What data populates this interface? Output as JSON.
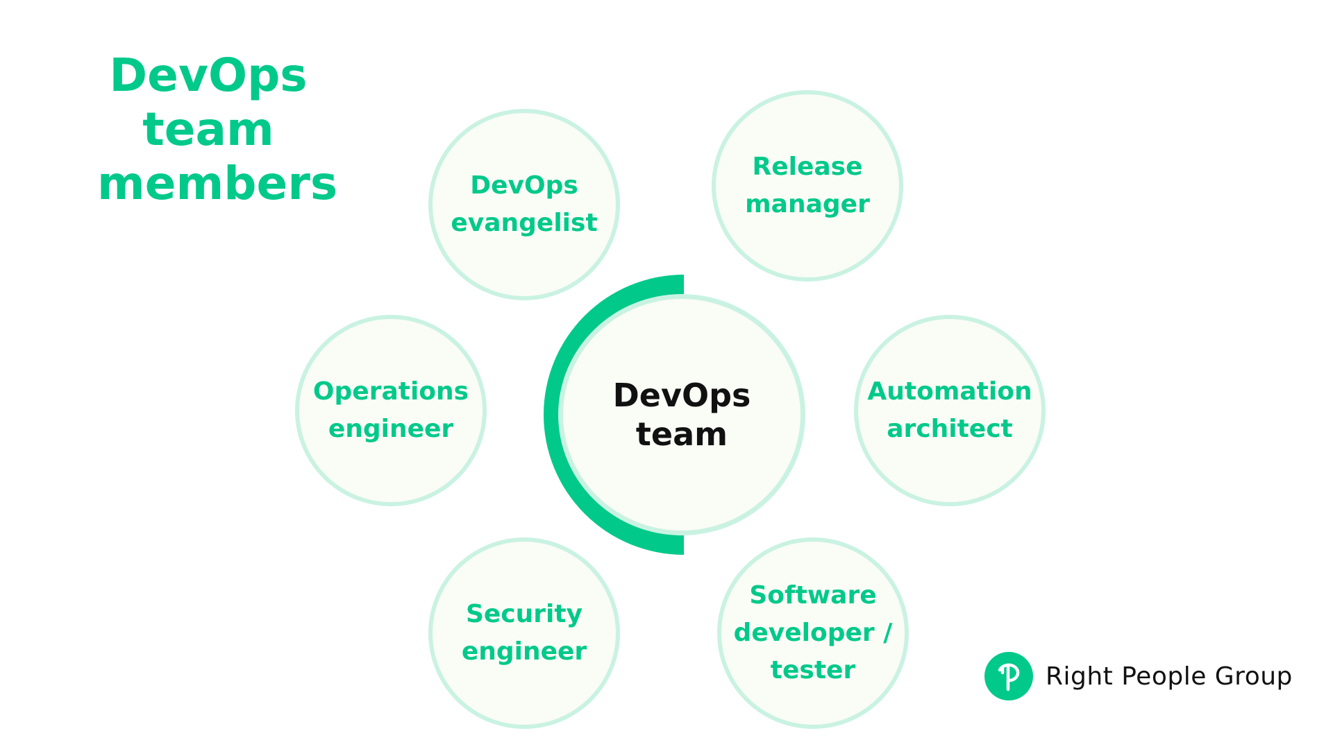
{
  "title": {
    "line1": "DevOps",
    "line2": "team",
    "line3": "members"
  },
  "center": {
    "line1": "DevOps",
    "line2": "team"
  },
  "nodes": {
    "evangelist": {
      "line1": "DevOps",
      "line2": "evangelist"
    },
    "release": {
      "line1": "Release",
      "line2": "manager"
    },
    "operations": {
      "line1": "Operations",
      "line2": "engineer"
    },
    "automation": {
      "line1": "Automation",
      "line2": "architect"
    },
    "security": {
      "line1": "Security",
      "line2": "engineer"
    },
    "software": {
      "line1": "Software",
      "line2": "developer /",
      "line3": "tester"
    }
  },
  "logo": {
    "mark_letter": "P",
    "text": "Right People Group"
  },
  "colors": {
    "accent": "#00c98a",
    "circle_border": "#c9f2e2",
    "circle_fill": "#fafcf6",
    "dark_text": "#111111"
  }
}
